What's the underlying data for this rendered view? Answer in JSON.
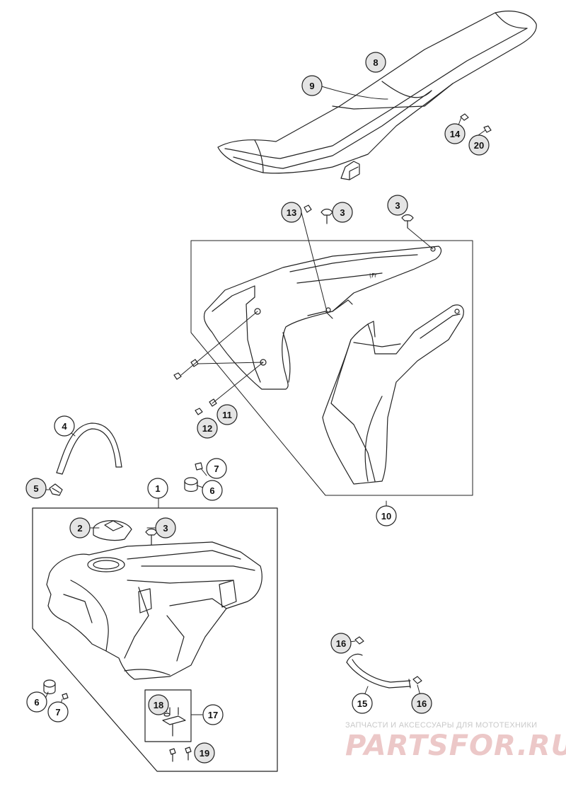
{
  "callouts": {
    "c1": "1",
    "c2": "2",
    "c3a": "3",
    "c3b": "3",
    "c3c": "3",
    "c4": "4",
    "c5": "5",
    "c6a": "6",
    "c6b": "6",
    "c7a": "7",
    "c7b": "7",
    "c8": "8",
    "c9": "9",
    "c10": "10",
    "c11": "11",
    "c12": "12",
    "c13": "13",
    "c14": "14",
    "c15": "15",
    "c16a": "16",
    "c16b": "16",
    "c17": "17",
    "c18": "18",
    "c19": "19",
    "c20": "20"
  },
  "watermark": {
    "tagline": "ЗАПЧАСТИ И АКСЕССУАРЫ ДЛЯ МОТОТЕХНИКИ",
    "brand": "PARTSFOR.RU"
  },
  "colors": {
    "line": "#222222",
    "callout_fill_light": "#ffffff",
    "callout_fill_shaded": "#e4e4e4",
    "watermark_tagline": "#c9c9c9",
    "watermark_brand": "#ecc8c8"
  }
}
